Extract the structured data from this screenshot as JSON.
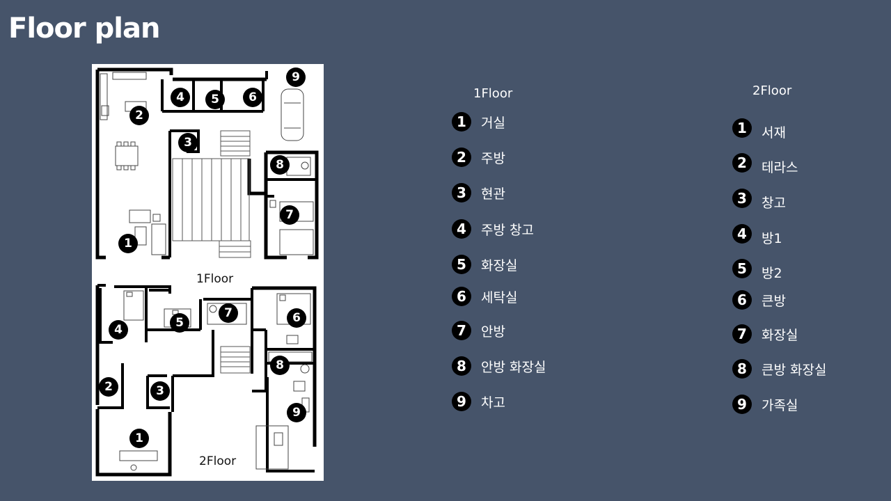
{
  "page": {
    "title": "Floor plan"
  },
  "plan": {
    "floor1_label": "1Floor",
    "floor2_label": "2Floor",
    "floor1_badges": [
      "1",
      "2",
      "3",
      "4",
      "5",
      "6",
      "7",
      "8",
      "9"
    ],
    "floor2_badges": [
      "1",
      "2",
      "3",
      "4",
      "5",
      "6",
      "7",
      "8",
      "9"
    ]
  },
  "legend": {
    "floor1": {
      "heading": "1Floor",
      "items": [
        {
          "num": "1",
          "label": "거실"
        },
        {
          "num": "2",
          "label": "주방"
        },
        {
          "num": "3",
          "label": "현관"
        },
        {
          "num": "4",
          "label": "주방 창고"
        },
        {
          "num": "5",
          "label": "화장실"
        },
        {
          "num": "6",
          "label": "세탁실"
        },
        {
          "num": "7",
          "label": "안방"
        },
        {
          "num": "8",
          "label": "안방 화장실"
        },
        {
          "num": "9",
          "label": "차고"
        }
      ]
    },
    "floor2": {
      "heading": "2Floor",
      "items": [
        {
          "num": "1",
          "label": "서재"
        },
        {
          "num": "2",
          "label": "테라스"
        },
        {
          "num": "3",
          "label": "창고"
        },
        {
          "num": "4",
          "label": "방1"
        },
        {
          "num": "5",
          "label": "방2"
        },
        {
          "num": "6",
          "label": "큰방"
        },
        {
          "num": "7",
          "label": "화장실"
        },
        {
          "num": "8",
          "label": "큰방 화장실"
        },
        {
          "num": "9",
          "label": "가족실"
        }
      ]
    }
  },
  "colors": {
    "background": "#46546a",
    "badge": "#000000",
    "plan_bg": "#ffffff"
  }
}
